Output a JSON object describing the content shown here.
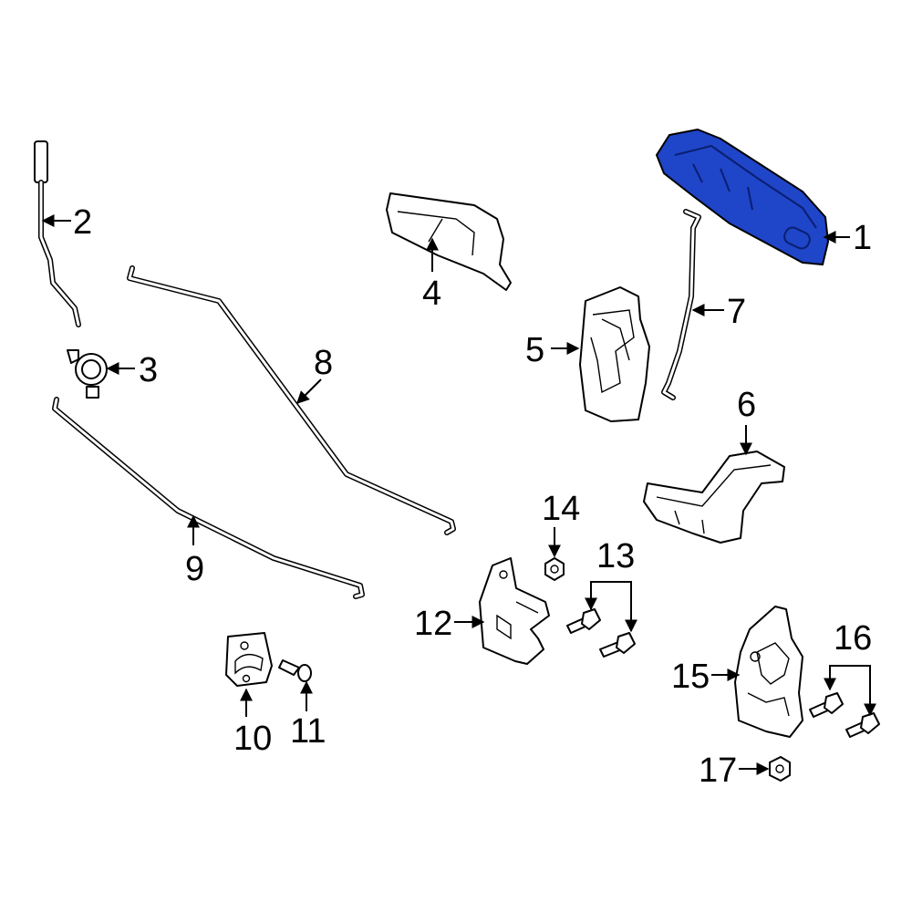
{
  "diagram": {
    "highlight_color": "#1f45c9",
    "outline_color": "#000000",
    "background": "#ffffff",
    "callouts": {
      "c1": "1",
      "c2": "2",
      "c3": "3",
      "c4": "4",
      "c5": "5",
      "c6": "6",
      "c7": "7",
      "c8": "8",
      "c9": "9",
      "c10": "10",
      "c11": "11",
      "c12": "12",
      "c13": "13",
      "c14": "14",
      "c15": "15",
      "c16": "16",
      "c17": "17"
    }
  }
}
